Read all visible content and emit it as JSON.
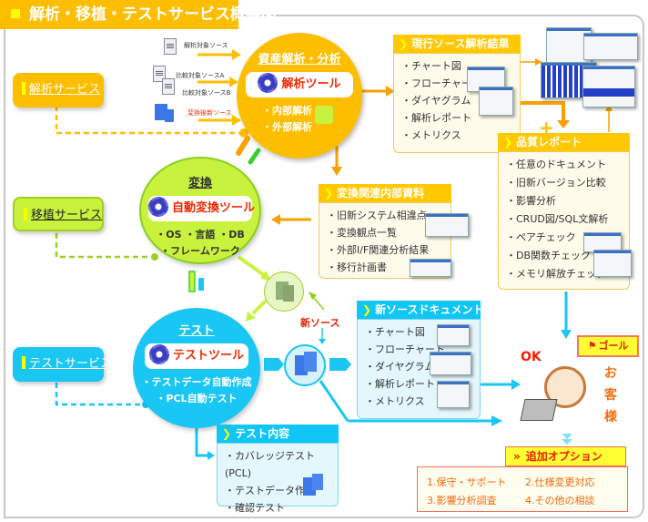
{
  "title": "解析・移植・テストサービス概要図",
  "colors": {
    "analysis": "#fdbe00",
    "porting": "#c9f23e",
    "test": "#1ac6f3",
    "accent_red": "#ee2a00",
    "header_orange": "#ffc800",
    "header_blue": "#10c6f5"
  },
  "services": [
    {
      "label": "解析サービス",
      "icon": "yellow-bar-icon"
    },
    {
      "label": "移植サービス",
      "icon": "yellow-bar-icon"
    },
    {
      "label": "テストサービス",
      "icon": "yellow-bar-icon"
    }
  ],
  "sources": [
    {
      "label": "解析対象ソース",
      "icon": "document-icon"
    },
    {
      "label": "比較対象ソースA",
      "icon": "document-icon"
    },
    {
      "label": "比較対象ソースB",
      "icon": "document-icon"
    },
    {
      "label": "変換後新ソース",
      "icon": "google-docs-icon"
    }
  ],
  "analysis_circle": {
    "title": "資産解析・分析",
    "tool": "解析ツール",
    "items": [
      "・内部解析",
      "・外部解析"
    ]
  },
  "conversion_circle": {
    "title": "変換",
    "tool": "自動変換ツール",
    "items": [
      "・OS ・言語 ・DB",
      "・フレームワーク"
    ]
  },
  "test_circle": {
    "title": "テスト",
    "tool": "テストツール",
    "items": [
      "・テストデータ自動作成",
      "・PCL自動テスト"
    ]
  },
  "current_analysis": {
    "title": "現行ソース解析結果",
    "items": [
      "・チャート図",
      "・フローチャート",
      "・ダイヤグラム",
      "・解析レポート",
      "・メトリクス"
    ]
  },
  "quality_report": {
    "title": "品質レポート",
    "items": [
      "・任意のドキュメント",
      "・旧新バージョン比較",
      "・影響分析",
      "・CRUD図/SQL文解析",
      "・ペアチェック",
      "・DB関数チェック",
      "・メモリ解放チェック"
    ]
  },
  "conversion_docs": {
    "title": "変換関連内部資料",
    "items": [
      "・旧新システム相違点",
      "・変換観点一覧",
      "・外部I/F関連分析結果",
      "・移行計画書"
    ]
  },
  "new_source_docs": {
    "title": "新ソースドキュメント",
    "items": [
      "・チャート図",
      "・フローチャート",
      "・ダイヤグラム",
      "・解析レポート",
      "・メトリクス"
    ]
  },
  "test_content": {
    "title": "テスト内容",
    "items": [
      "・カバレッジテスト(PCL)",
      "・テストデータ作成",
      "・確認テスト"
    ]
  },
  "new_source_label": "新ソース",
  "plus_sign": "+",
  "ok_label": "OK",
  "goal_label": "ゴール",
  "customer_label": [
    "お",
    "客",
    "様"
  ],
  "options": {
    "title": "追加オプション",
    "items": [
      "1.保守・サポート",
      "2.仕様変更対応",
      "3.影響分析調査",
      "4.その他の相談"
    ]
  }
}
